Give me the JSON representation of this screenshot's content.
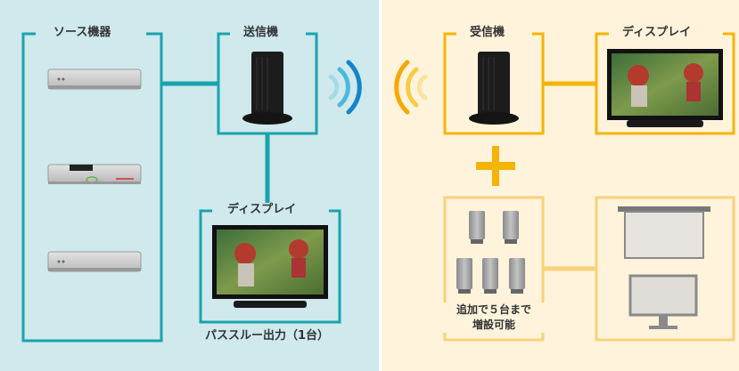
{
  "colors": {
    "left_bg": "#cfe9ec",
    "right_bg": "#fff3dc",
    "teal": "#1aa3ad",
    "orange": "#f5b400",
    "light_orange": "#f7d27a",
    "device_gray": "#c9c9c9"
  },
  "labels": {
    "source": "ソース機器",
    "transmitter": "送信機",
    "tx_display": "ディスプレイ",
    "passthrough": "パススルー出力（1台）",
    "receiver": "受信機",
    "rx_display": "ディスプレイ",
    "expand_line1": "追加で５台まで",
    "expand_line2": "増設可能"
  },
  "icons": {
    "wave_left": "wifi-wave-icon",
    "wave_right": "wifi-wave-icon",
    "plus": "plus-icon"
  }
}
